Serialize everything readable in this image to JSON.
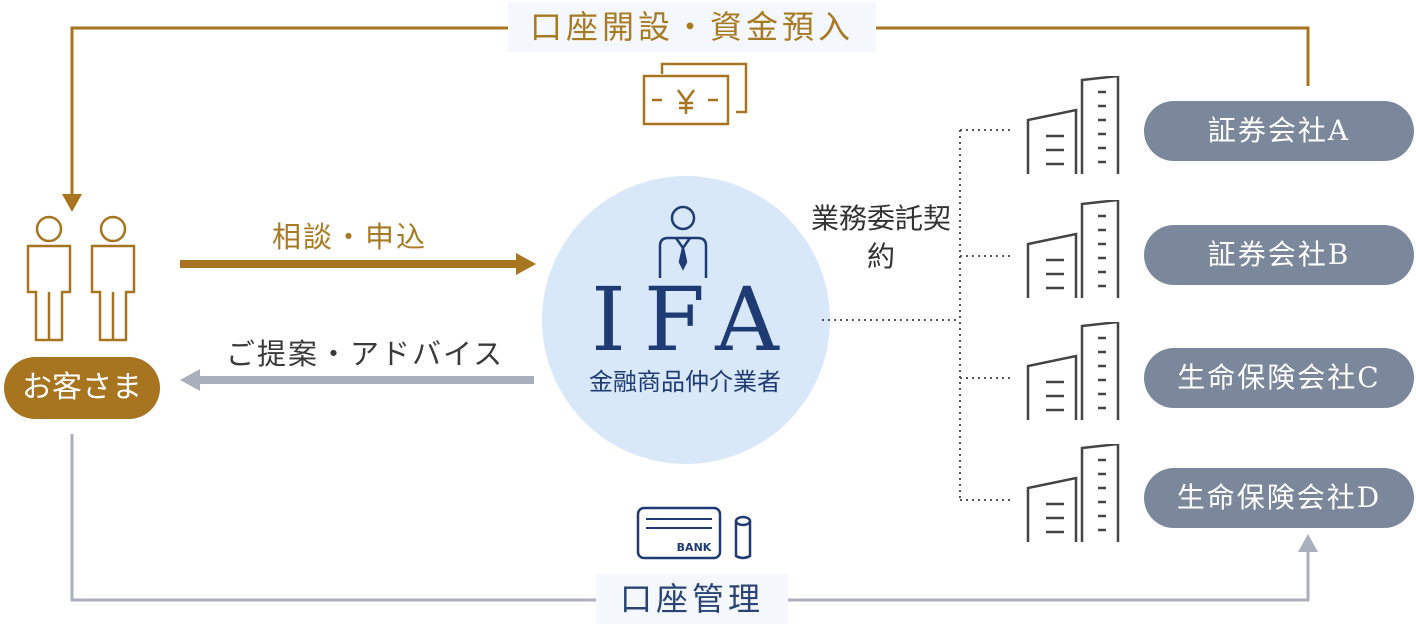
{
  "top_flow": {
    "label": "口座開設・資金預入"
  },
  "customer": {
    "label": "お客さま"
  },
  "consult": {
    "label": "相談・申込"
  },
  "proposal": {
    "label": "ご提案・アドバイス"
  },
  "ifa": {
    "title": "IFA",
    "subtitle": "金融商品仲介業者"
  },
  "contract": {
    "label": "業務委託契約"
  },
  "companies": [
    {
      "label": "証券会社A"
    },
    {
      "label": "証券会社B"
    },
    {
      "label": "生命保険会社C"
    },
    {
      "label": "生命保険会社D"
    }
  ],
  "bank_card": {
    "label": "BANK"
  },
  "bottom_flow": {
    "label": "口座管理"
  },
  "colors": {
    "gold": "#a7741f",
    "navy": "#1f3b73",
    "gray_arrow": "#a9b0bb",
    "pill_gray": "#7b879a",
    "circle": "#d9e8f8"
  },
  "icons": [
    "person-icon",
    "businessman-icon",
    "yen-bill-icon",
    "bank-card-icon",
    "coin-stack-icon",
    "building-icon"
  ]
}
